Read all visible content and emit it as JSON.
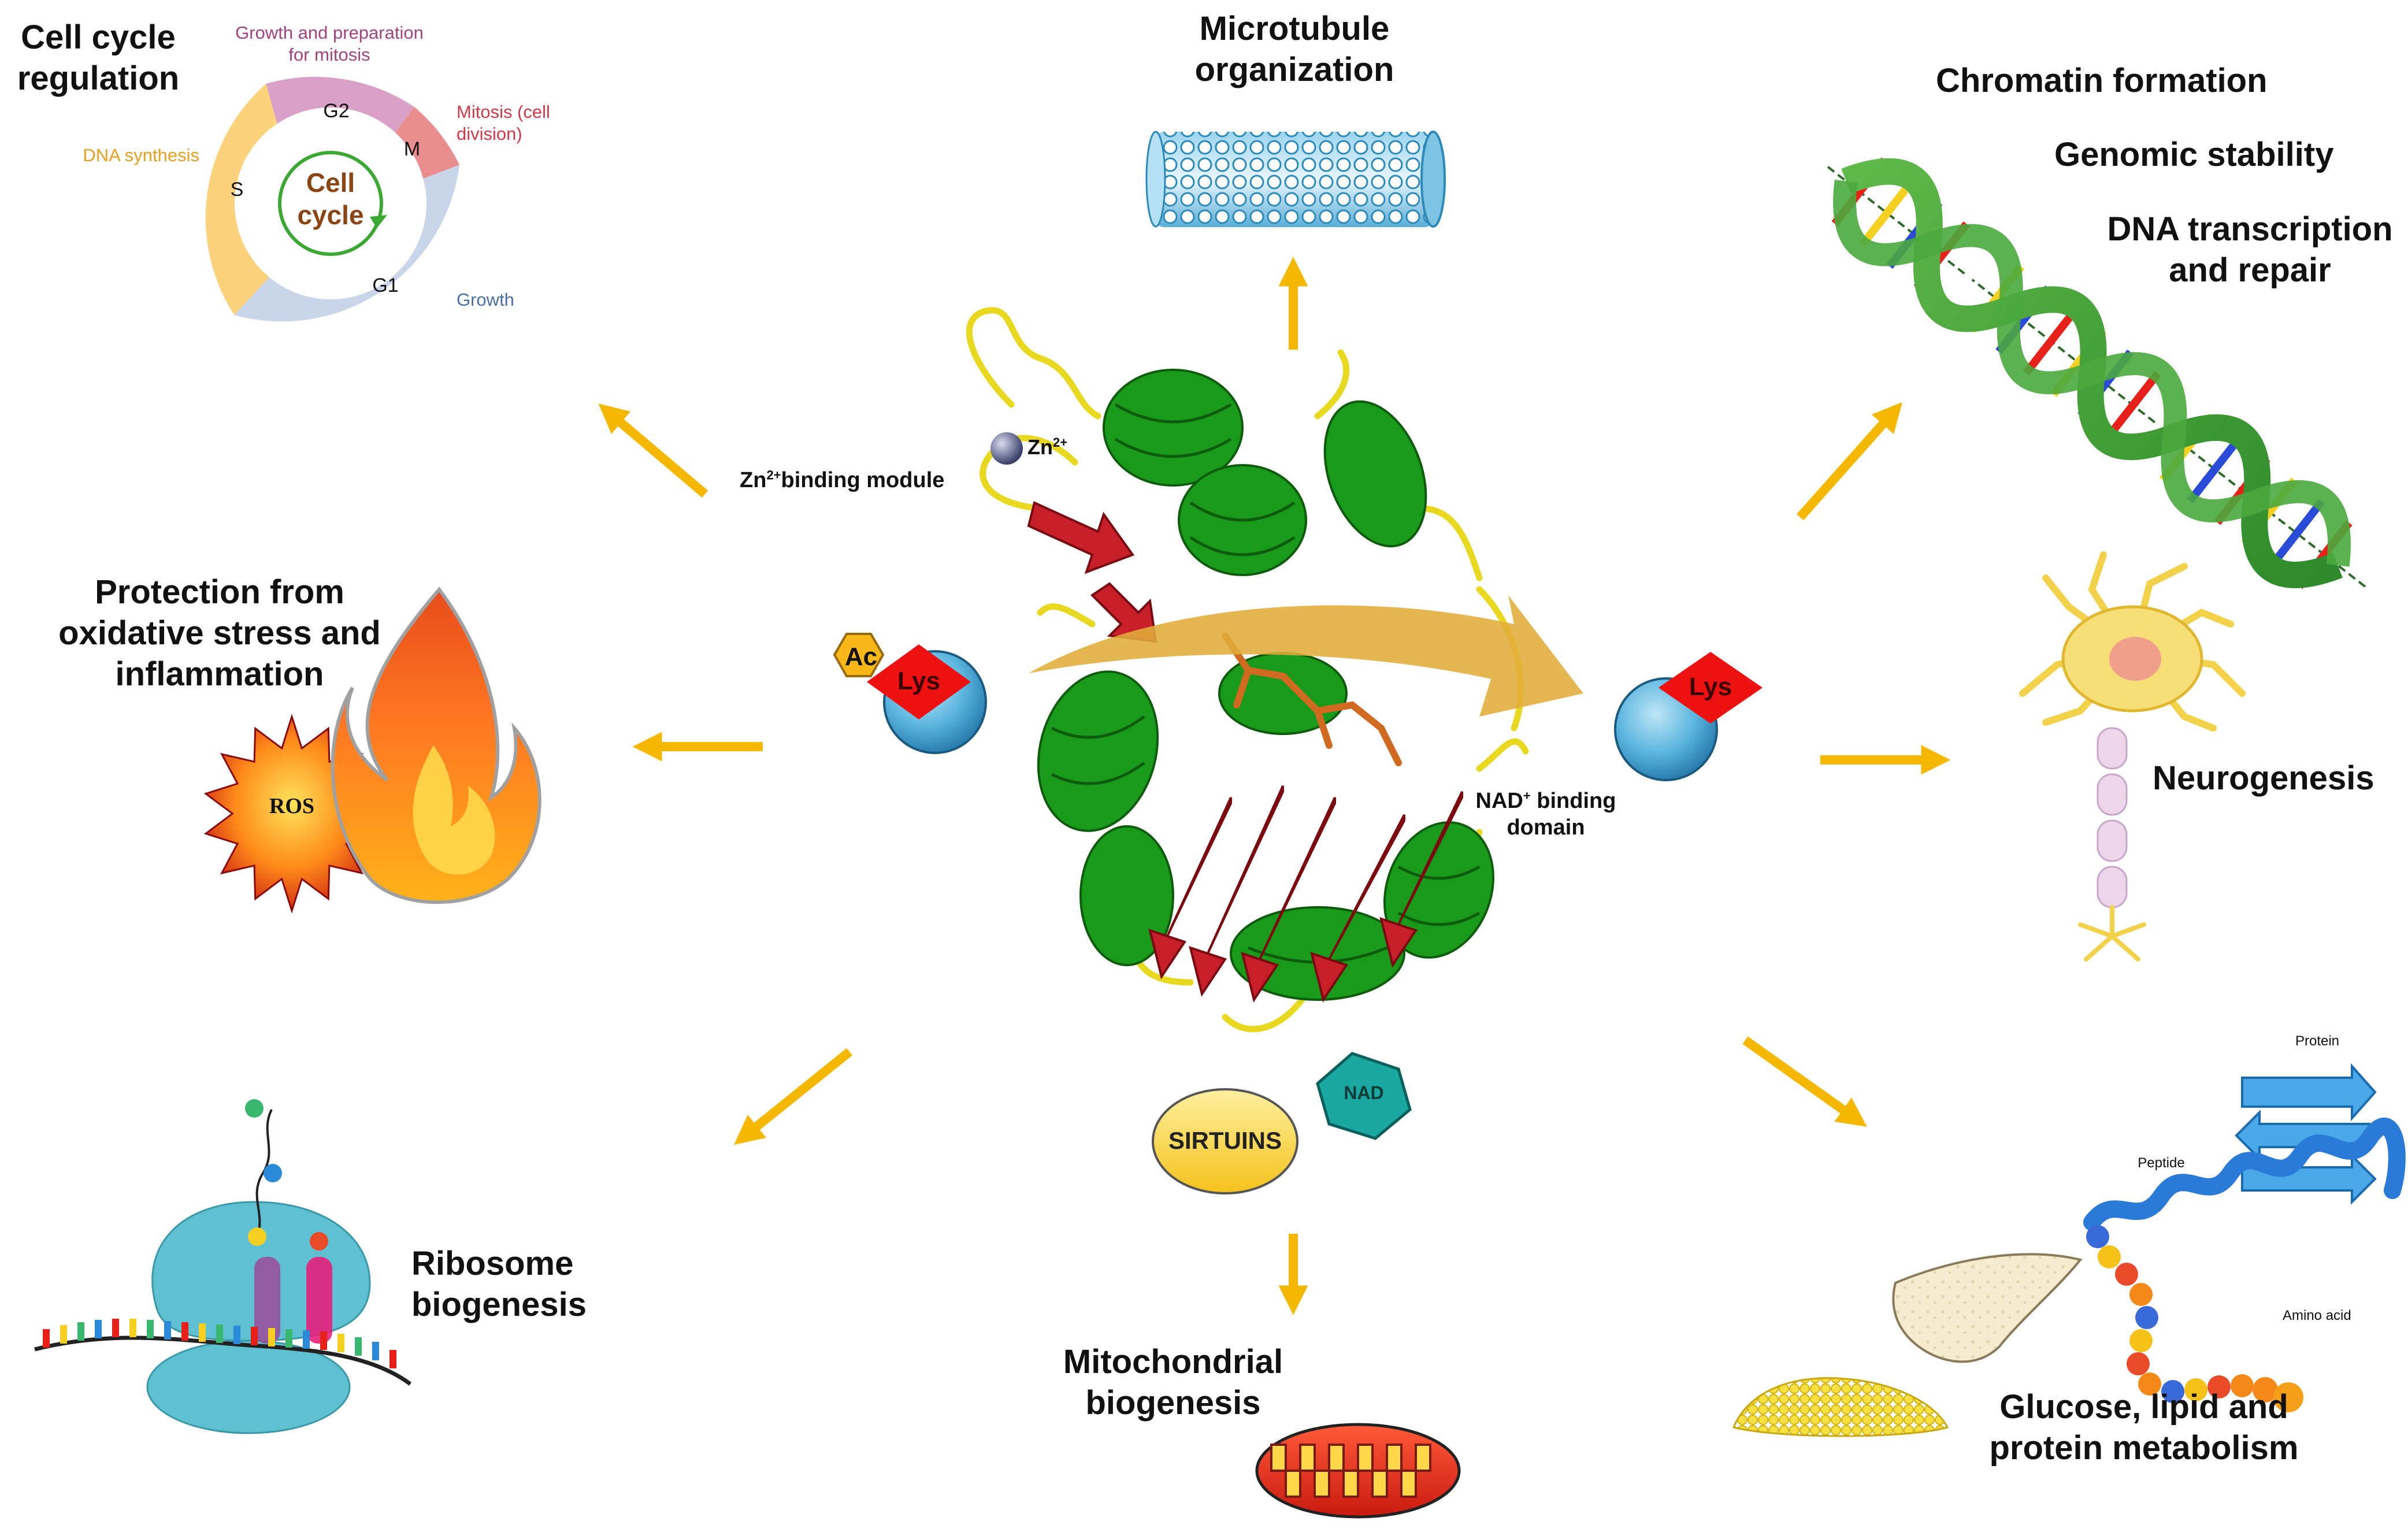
{
  "cell_cycle": {
    "title_lines": [
      "Cell cycle",
      "regulation"
    ],
    "center_lines": [
      "Cell",
      "cycle"
    ],
    "phases": [
      {
        "key": "G2",
        "label": "G2",
        "color": "#d9a1c8"
      },
      {
        "key": "M",
        "label": "M",
        "color": "#e88e8e"
      },
      {
        "key": "G1",
        "label": "G1",
        "color": "#c9d5e8"
      },
      {
        "key": "S",
        "label": "S",
        "color": "#fdd27c"
      }
    ],
    "annotations": {
      "growth_prep_lines": [
        "Growth and preparation",
        "for mitosis"
      ],
      "mitosis_lines": [
        "Mitosis (cell",
        "division)"
      ],
      "dna_synthesis": "DNA synthesis",
      "growth": "Growth"
    },
    "colors": {
      "growth_prep": "#a0437e",
      "mitosis": "#d0394a",
      "dna_synthesis": "#e8a020",
      "growth": "#4a6fa6",
      "center_text": "#8b4513"
    }
  },
  "microtubule": {
    "label_lines": [
      "Microtubule",
      "organization"
    ]
  },
  "chromatin": {
    "labels": [
      "Chromatin formation",
      "Genomic stability"
    ],
    "dna_lines": [
      "DNA transcription",
      "and repair"
    ]
  },
  "oxidative": {
    "label_lines": [
      "Protection from",
      "oxidative stress and",
      "inflammation"
    ],
    "ros_label": "ROS"
  },
  "neurogenesis": {
    "label": "Neurogenesis"
  },
  "ribosome": {
    "label_lines": [
      "Ribosome",
      "biogenesis"
    ]
  },
  "mitochondria": {
    "label_lines": [
      "Mitochondrial",
      "biogenesis"
    ]
  },
  "metabolism": {
    "label_lines": [
      "Glucose, lipid and",
      "protein metabolism"
    ],
    "protein_label": "Protein",
    "peptide_label": "Peptide",
    "amino_acid_label": "Amino acid"
  },
  "center": {
    "zn_ion_label": "Zn",
    "zn_ion_superscript": "2+",
    "zn_module_label": "binding  module",
    "zn_module_prefix": "Zn",
    "zn_module_superscript": "2+",
    "nad_domain_lines": [
      "binding",
      "domain"
    ],
    "nad_domain_prefix": "NAD",
    "nad_domain_superscript": "+",
    "ac_label": "Ac",
    "lys_label_left": "Lys",
    "lys_label_right": "Lys",
    "sirtuins_label": "SIRTUINS",
    "nad_badge": "NAD"
  },
  "colors": {
    "arrow": "#f5b800",
    "helix": "#1a9a1a",
    "sheet": "#c8202a",
    "loop": "#e8d820",
    "curved_arrow": "#e0ad3a",
    "lys_diamond": "#ee1111",
    "ball": "#5ab4de"
  }
}
